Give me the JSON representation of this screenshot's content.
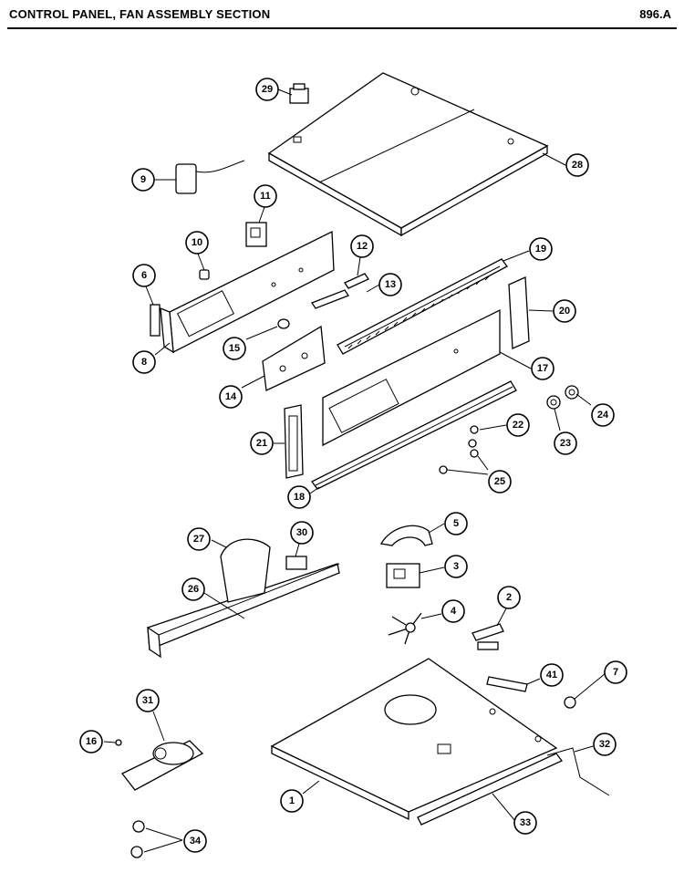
{
  "header": {
    "title": "CONTROL PANEL, FAN ASSEMBLY SECTION",
    "code": "896.A"
  },
  "callouts": [
    "29",
    "28",
    "9",
    "11",
    "10",
    "12",
    "19",
    "6",
    "13",
    "20",
    "15",
    "8",
    "14",
    "17",
    "22",
    "24",
    "21",
    "23",
    "25",
    "18",
    "5",
    "27",
    "30",
    "3",
    "26",
    "2",
    "4",
    "41",
    "7",
    "31",
    "16",
    "32",
    "1",
    "33",
    "34"
  ]
}
